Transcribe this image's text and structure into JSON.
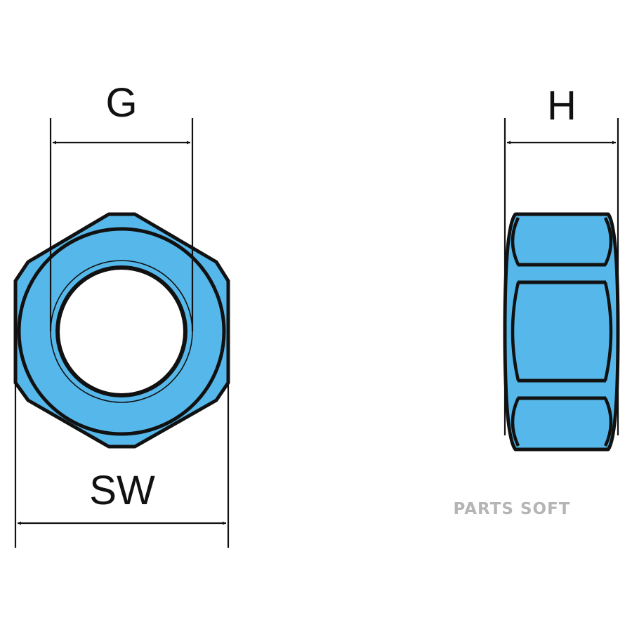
{
  "labels": {
    "bore_dimension": "G",
    "width_across_flats": "SW",
    "nut_height": "H"
  },
  "watermark": "PARTS SOFT",
  "colors": {
    "part_fill": "#56b8ea",
    "outline": "#111111",
    "background": "#ffffff",
    "watermark": "#b5b5b5"
  }
}
